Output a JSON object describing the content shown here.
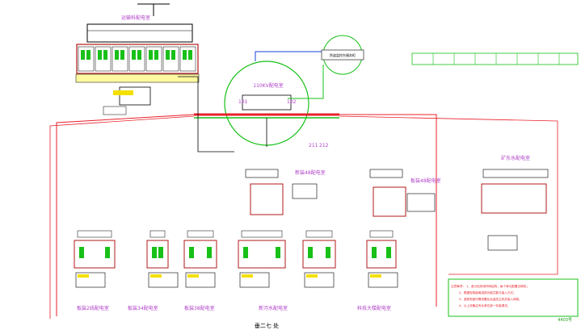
{
  "rooms": {
    "top_left": "运输科配电室",
    "center_circle": "110KV配电室",
    "mid_center": "新装48配电室",
    "mid_center2": "板装48配电室",
    "right": "矿东水配电室",
    "bottom1": "板装2线配电室",
    "bottom2": "板装34配电室",
    "bottom3": "板装38配电室",
    "bottom4": "新污水配电室",
    "bottom5": "科技大楼配电室"
  },
  "top_small_box": "防盗监控台服务柜",
  "circle_nums": {
    "n101": "101",
    "n102": "102",
    "n211": "211",
    "n212": "212"
  },
  "notes_lines": [
    "注意事项： 1、各分站采用环网结构，每个单元配置交换机；",
    "2、根据现场距离选择光缆芯数与接入方式；",
    "3、各配电室均需设置后台监控主机并接入网络。",
    "4、以上设备由专业单位统一安装调试。"
  ],
  "page_num": "4403号",
  "bottom_caption": "垂二七 处",
  "colors": {
    "red": "#e8202a",
    "green": "#18c018",
    "blue": "#1a3fd8",
    "purple": "#b040c8",
    "cabinet": "#b01818",
    "yellow": "#f3e000"
  }
}
